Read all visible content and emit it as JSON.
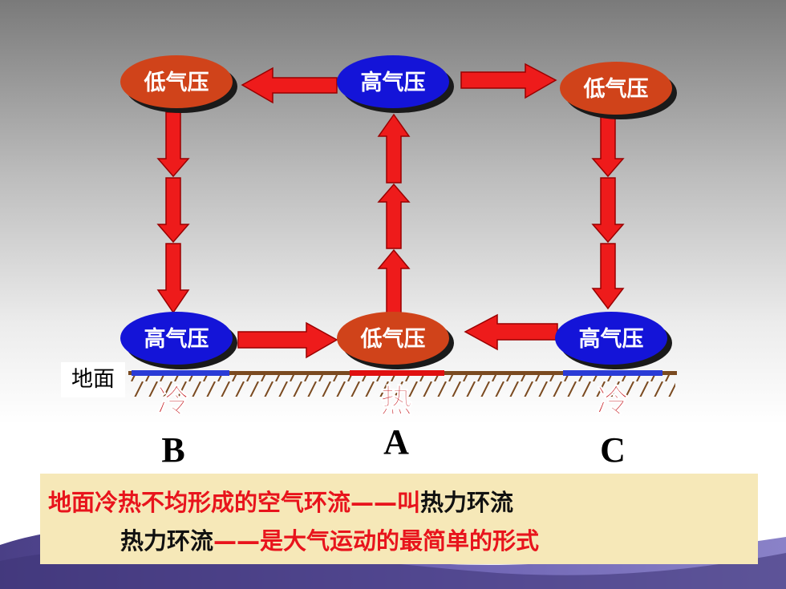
{
  "nodes": {
    "top_left": "低气压",
    "top_center": "高气压",
    "top_right": "低气压",
    "bottom_left": "高气压",
    "bottom_center": "低气压",
    "bottom_right": "高气压"
  },
  "ground_label": "地面",
  "temperature": {
    "left": "冷",
    "center": "热",
    "right": "冷"
  },
  "sites": {
    "left": "B",
    "center": "A",
    "right": "C"
  },
  "caption": {
    "line1_red": "地面冷热不均形成的空气环流——叫",
    "line1_black": "热力环流",
    "line2_black": "热力环流",
    "line2_red": "——是大气运动的最简单的形式"
  },
  "colors": {
    "high_pressure": "#1414d8",
    "low_pressure": "#d0431a",
    "arrow": "#ee1b1b",
    "cold_surface": "#2a3bd6",
    "hot_surface": "#e01010",
    "caption_bg": "#f6e8b8"
  }
}
